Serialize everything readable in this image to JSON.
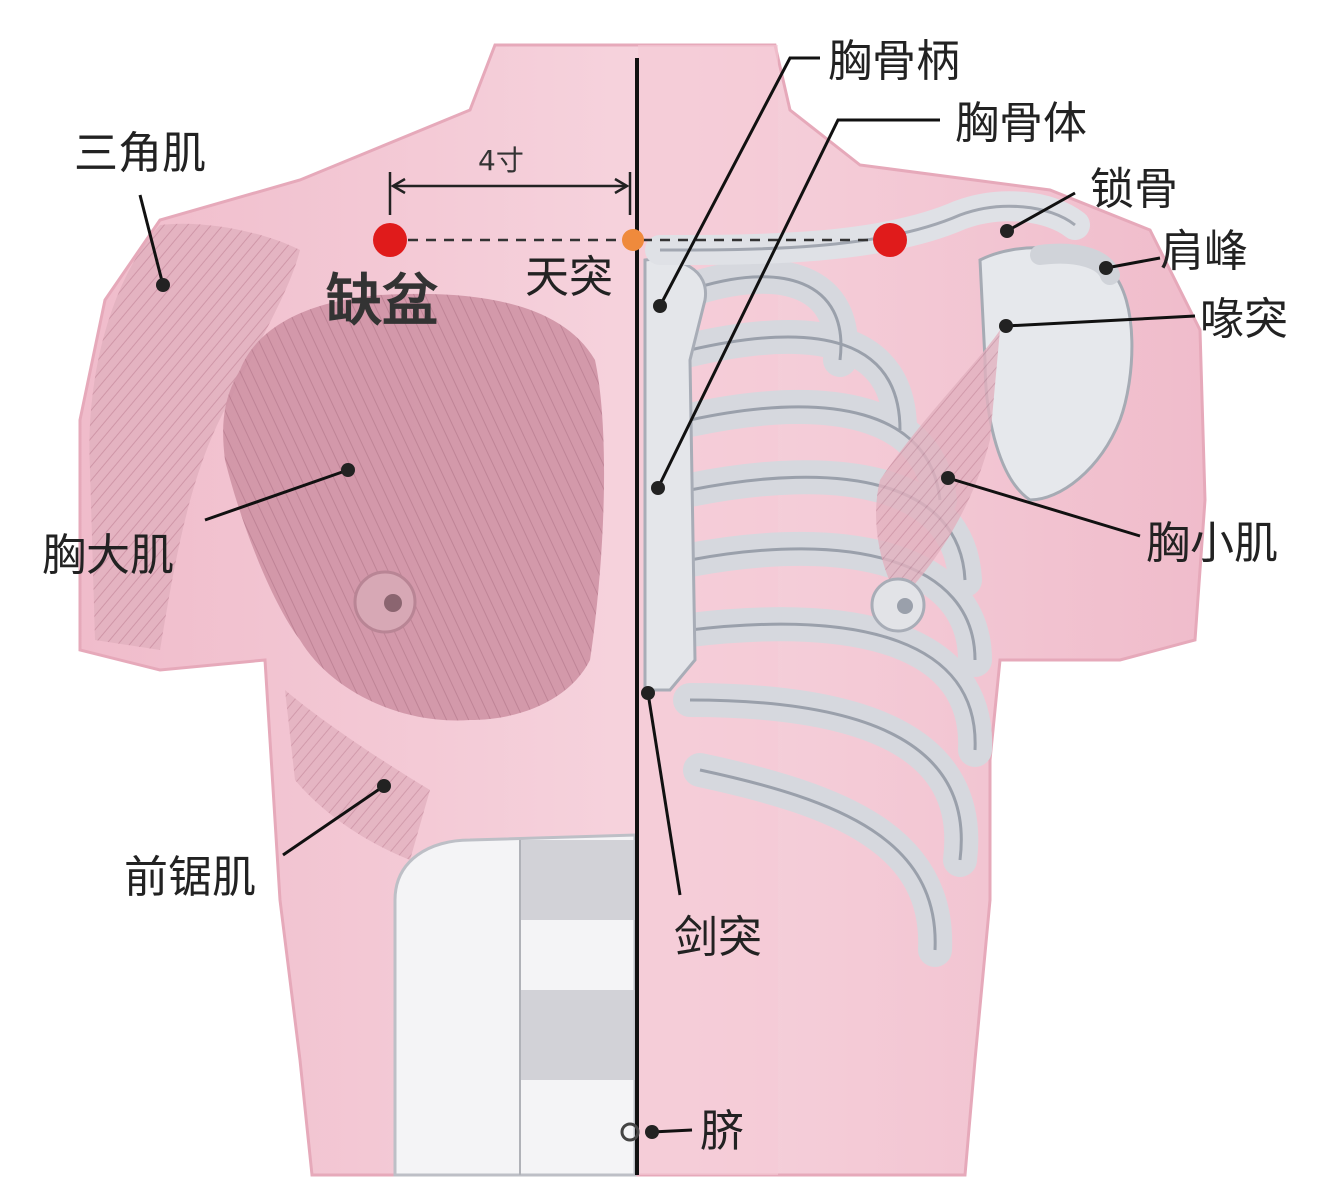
{
  "labels": {
    "deltoid": "三角肌",
    "pectoralis_major": "胸大肌",
    "serratus_anterior": "前锯肌",
    "manubrium": "胸骨柄",
    "sternum_body": "胸骨体",
    "clavicle": "锁骨",
    "acromion": "肩峰",
    "coracoid": "喙突",
    "pectoralis_minor": "胸小肌",
    "xiphoid": "剑突",
    "navel": "脐"
  },
  "points": {
    "queपen": "缺盆",
    "tiantu": "天突"
  },
  "measure": {
    "distance": "4寸"
  },
  "colors": {
    "acupoint": "#e01b1b",
    "midpoint": "#ef8a3c",
    "skin": "#f3c6d2",
    "muscle": "#d99bab",
    "bone": "#e4e6ea"
  }
}
